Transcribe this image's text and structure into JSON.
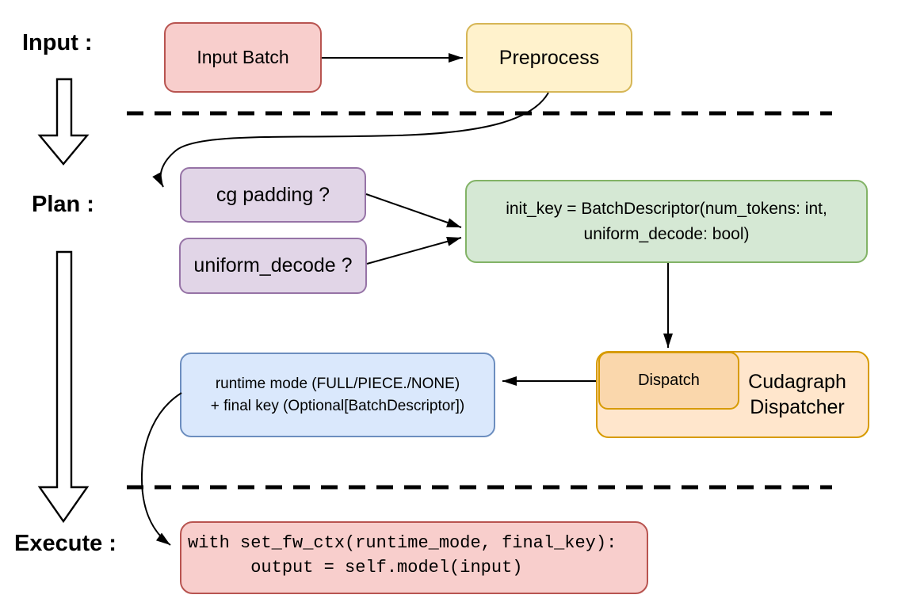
{
  "stage_labels": {
    "input": "Input :",
    "plan": "Plan :",
    "execute": "Execute :"
  },
  "nodes": {
    "input_batch": {
      "label": "Input Batch",
      "fill": "#f8cecc",
      "stroke": "#b85450"
    },
    "preprocess": {
      "label": "Preprocess",
      "fill": "#fff2cc",
      "stroke": "#d6b656"
    },
    "cg_padding": {
      "label": "cg padding ?",
      "fill": "#e1d5e7",
      "stroke": "#9673a6"
    },
    "uniform_decode": {
      "label": "uniform_decode ?",
      "fill": "#e1d5e7",
      "stroke": "#9673a6"
    },
    "init_key": {
      "line1": "init_key = BatchDescriptor(num_tokens: int,",
      "line2": "uniform_decode: bool)",
      "fill": "#d5e8d4",
      "stroke": "#82b366"
    },
    "dispatch": {
      "label": "Dispatch",
      "fill": "#fad7ac",
      "stroke": "#d79b00"
    },
    "cudagraph_dispatcher": {
      "label": "Cudagraph Dispatcher",
      "fill": "#ffe6cc",
      "stroke": "#d79b00"
    },
    "runtime_mode": {
      "line1": "runtime mode (FULL/PIECE./NONE)",
      "line2": "+ final key (Optional[BatchDescriptor])",
      "fill": "#dae8fc",
      "stroke": "#6c8ebf"
    },
    "execute_code": {
      "line1": "with set_fw_ctx(runtime_mode, final_key):",
      "line2": "      output = self.model(input)",
      "fill": "#f8cecc",
      "stroke": "#b85450"
    }
  },
  "connectors": {
    "color": "#000000",
    "hollow_arrow_fill": "#ffffff"
  }
}
